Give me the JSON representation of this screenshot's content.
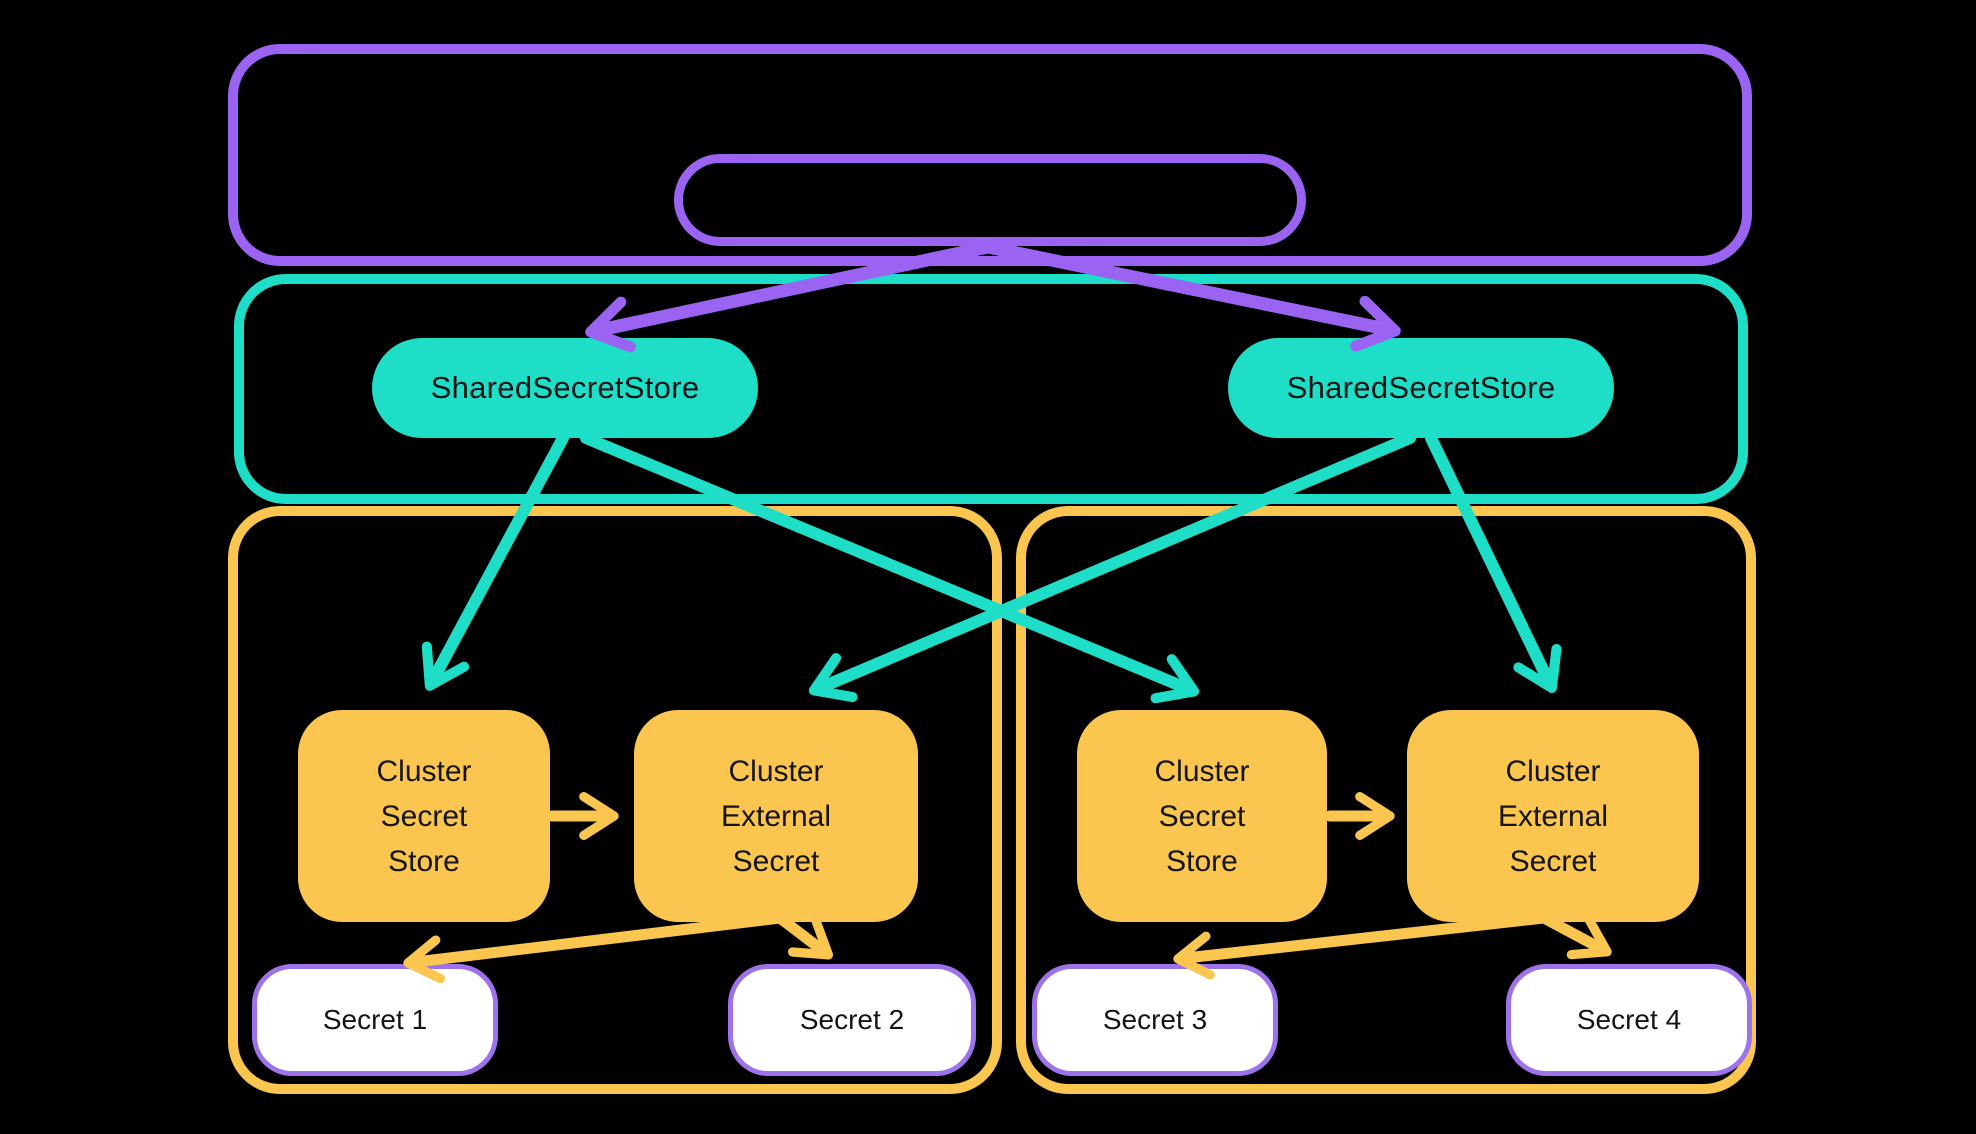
{
  "colors": {
    "background": "#000000",
    "purple": "#9b63f2",
    "teal": "#1edec8",
    "yellow": "#fbc64f",
    "secret_outline": "#9e72ea",
    "secret_fill": "#ffffff",
    "text_dark": "#141414"
  },
  "middle": {
    "stores": [
      {
        "label": "SharedSecretStore"
      },
      {
        "label": "SharedSecretStore"
      }
    ]
  },
  "clusters": [
    {
      "store": {
        "lines": [
          "Cluster",
          "Secret",
          "Store"
        ]
      },
      "external": {
        "lines": [
          "Cluster",
          "External",
          "Secret"
        ]
      },
      "secrets": [
        {
          "label": "Secret 1"
        },
        {
          "label": "Secret 2"
        }
      ]
    },
    {
      "store": {
        "lines": [
          "Cluster",
          "Secret",
          "Store"
        ]
      },
      "external": {
        "lines": [
          "Cluster",
          "External",
          "Secret"
        ]
      },
      "secrets": [
        {
          "label": "Secret 3"
        },
        {
          "label": "Secret 4"
        }
      ]
    }
  ]
}
